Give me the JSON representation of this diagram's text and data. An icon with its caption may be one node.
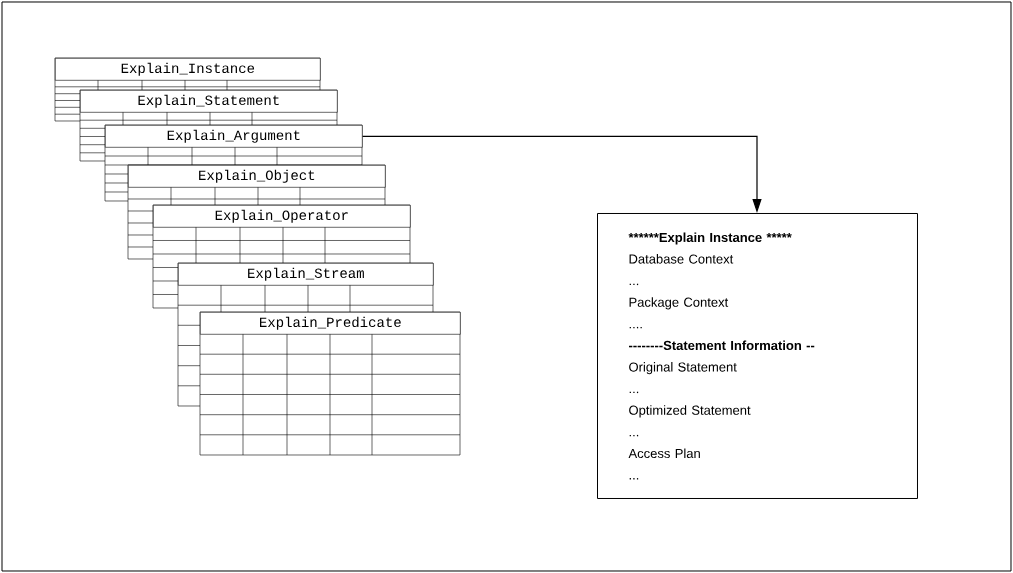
{
  "diagram": {
    "nodes": [
      {
        "text": [
          "Explain_Instance"
        ]
      },
      {
        "text": [
          "Explain_Statement"
        ]
      },
      {
        "text": [
          "Explain_Argument"
        ]
      },
      {
        "text": [
          "Explain_Object"
        ]
      },
      {
        "text": [
          "Explain_Operator"
        ]
      },
      {
        "text": [
          "Explain_Stream"
        ]
      },
      {
        "text": [
          "Explain_Predicate"
        ]
      },
      {
        "text": [
          "******Explain Instance *****",
          "Database Context",
          "...",
          "Package Context",
          "....",
          "--------Statement Information --",
          "Original Statement",
          "...",
          "Optimized Statement",
          "...",
          "Access Plan",
          "..."
        ]
      }
    ],
    "edges": [
      {
        "from": 2,
        "to": 7,
        "arrow": "to"
      }
    ]
  }
}
